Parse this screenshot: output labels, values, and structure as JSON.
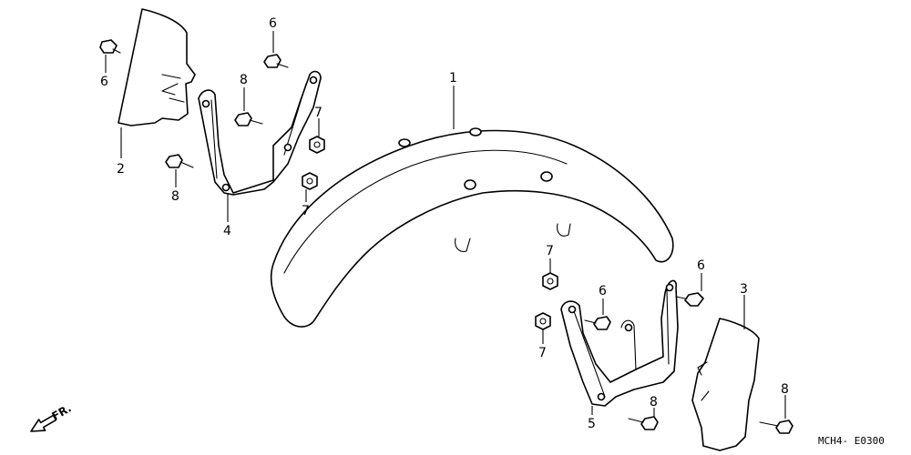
{
  "callouts": {
    "c1": "1",
    "c2": "2",
    "c3": "3",
    "c4": "4",
    "c5": "5",
    "c6": "6",
    "c7": "7",
    "c8": "8"
  },
  "front_indicator": "FR.",
  "diagram_code": "MCH4- E0300"
}
